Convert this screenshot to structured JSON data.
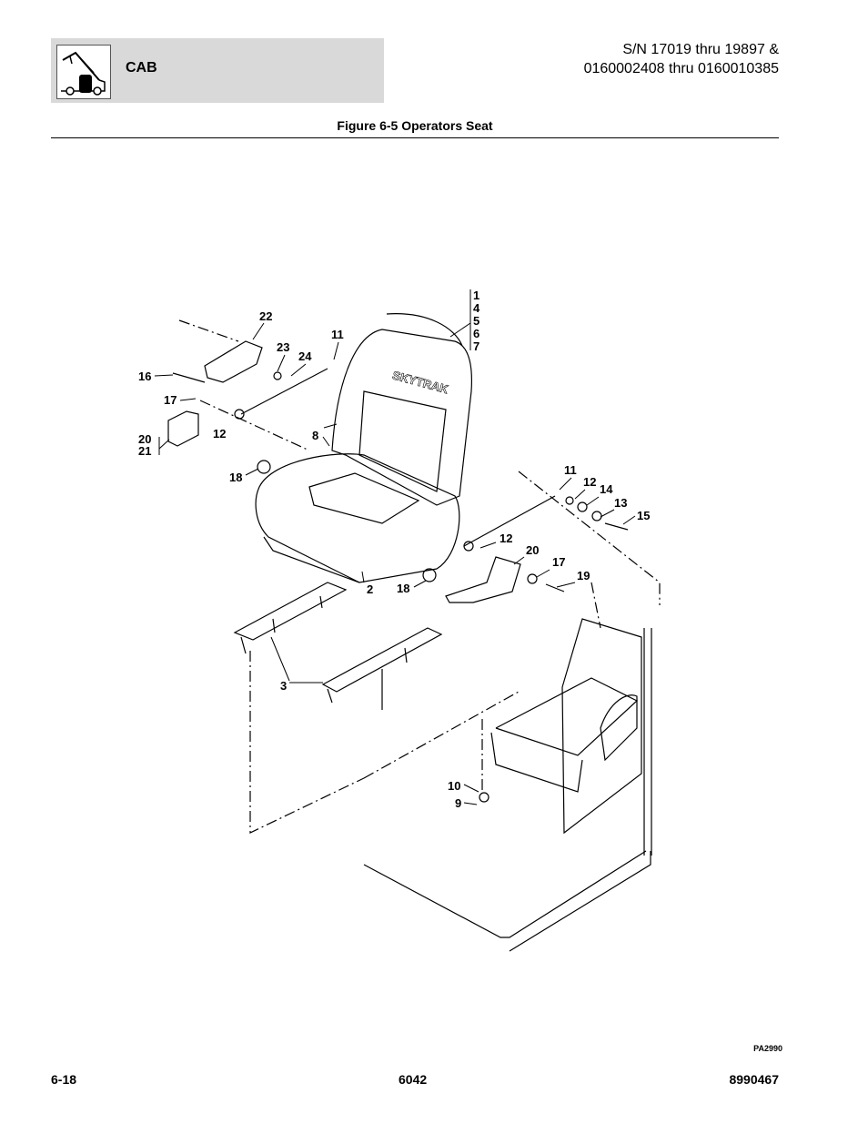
{
  "header": {
    "section": "CAB",
    "serial_line1": "S/N 17019 thru 19897 &",
    "serial_line2": "0160002408 thru 0160010385",
    "figure_title": "Figure 6-5 Operators Seat",
    "icon": "telehandler-icon"
  },
  "diagram": {
    "brand_label": "SKYTRAK",
    "callouts": [
      "1",
      "4",
      "5",
      "6",
      "7",
      "22",
      "23",
      "24",
      "11",
      "16",
      "17",
      "20",
      "21",
      "12",
      "8",
      "18",
      "11",
      "12",
      "14",
      "13",
      "15",
      "12",
      "20",
      "17",
      "19",
      "2",
      "18",
      "3",
      "10",
      "9"
    ],
    "drawing_id": "PA2990"
  },
  "footer": {
    "page": "6-18",
    "model": "6042",
    "part_number": "8990467"
  }
}
